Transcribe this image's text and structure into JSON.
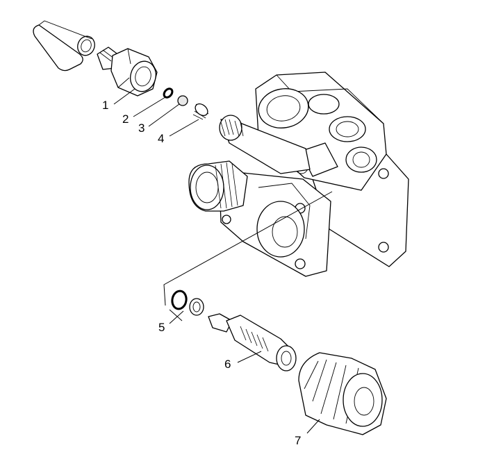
{
  "callouts": [
    {
      "id": "part-1",
      "label": "1"
    },
    {
      "id": "part-2",
      "label": "2"
    },
    {
      "id": "part-3",
      "label": "3"
    },
    {
      "id": "part-4",
      "label": "4"
    },
    {
      "id": "part-5",
      "label": "5"
    },
    {
      "id": "part-6",
      "label": "6"
    },
    {
      "id": "part-7",
      "label": "7"
    }
  ]
}
